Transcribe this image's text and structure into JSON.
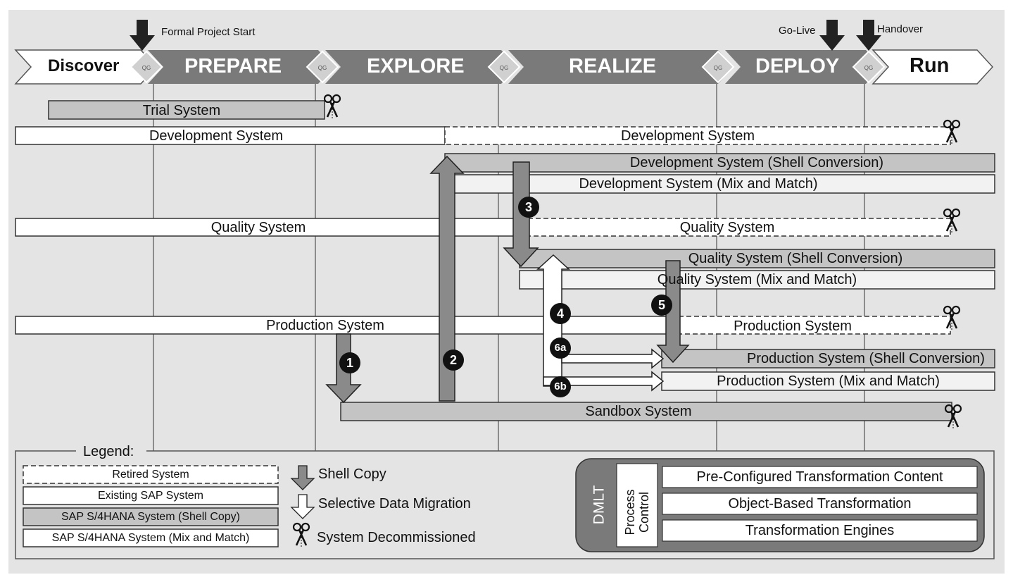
{
  "phases": [
    {
      "label": "Discover"
    },
    {
      "label": "PREPARE"
    },
    {
      "label": "EXPLORE"
    },
    {
      "label": "REALIZE"
    },
    {
      "label": "DEPLOY"
    },
    {
      "label": "Run"
    }
  ],
  "milestones": {
    "formal_start": "Formal Project Start",
    "go_live": "Go-Live",
    "handover": "Handover"
  },
  "systems": {
    "trial": "Trial System",
    "dev_existing": "Development System",
    "dev_retired": "Development System",
    "dev_shell": "Development System (Shell Conversion)",
    "dev_mix": "Development System (Mix and Match)",
    "qa_existing": "Quality System",
    "qa_retired": "Quality System",
    "qa_shell": "Quality System (Shell Conversion)",
    "qa_mix": "Quality System (Mix and Match)",
    "prod_existing": "Production System",
    "prod_retired": "Production System",
    "prod_shell": "Production System (Shell Conversion)",
    "prod_mix": "Production System (Mix and Match)",
    "sandbox": "Sandbox System"
  },
  "steps": [
    "1",
    "2",
    "3",
    "4",
    "5",
    "6a",
    "6b"
  ],
  "legend": {
    "title": "Legend:",
    "retired": "Retired System",
    "existing": "Existing SAP System",
    "shell_copy_system": "SAP S/4HANA System (Shell Copy)",
    "mix_match_system": "SAP S/4HANA System (Mix and Match)",
    "shell_copy": "Shell Copy",
    "selective_migration": "Selective Data Migration",
    "decommissioned": "System Decommissioned"
  },
  "dmlt": {
    "label": "DMLT",
    "process_control": "Process Control",
    "content": "Pre-Configured Transformation Content",
    "object": "Object-Based Transformation",
    "engines": "Transformation Engines"
  },
  "colors": {
    "background": "#e4e4e4",
    "phase_dark": "#7a7a7a",
    "bar_gray": "#c4c4c4",
    "bar_light": "#f2f2f2",
    "arrow_gray": "#8a8a8a"
  }
}
